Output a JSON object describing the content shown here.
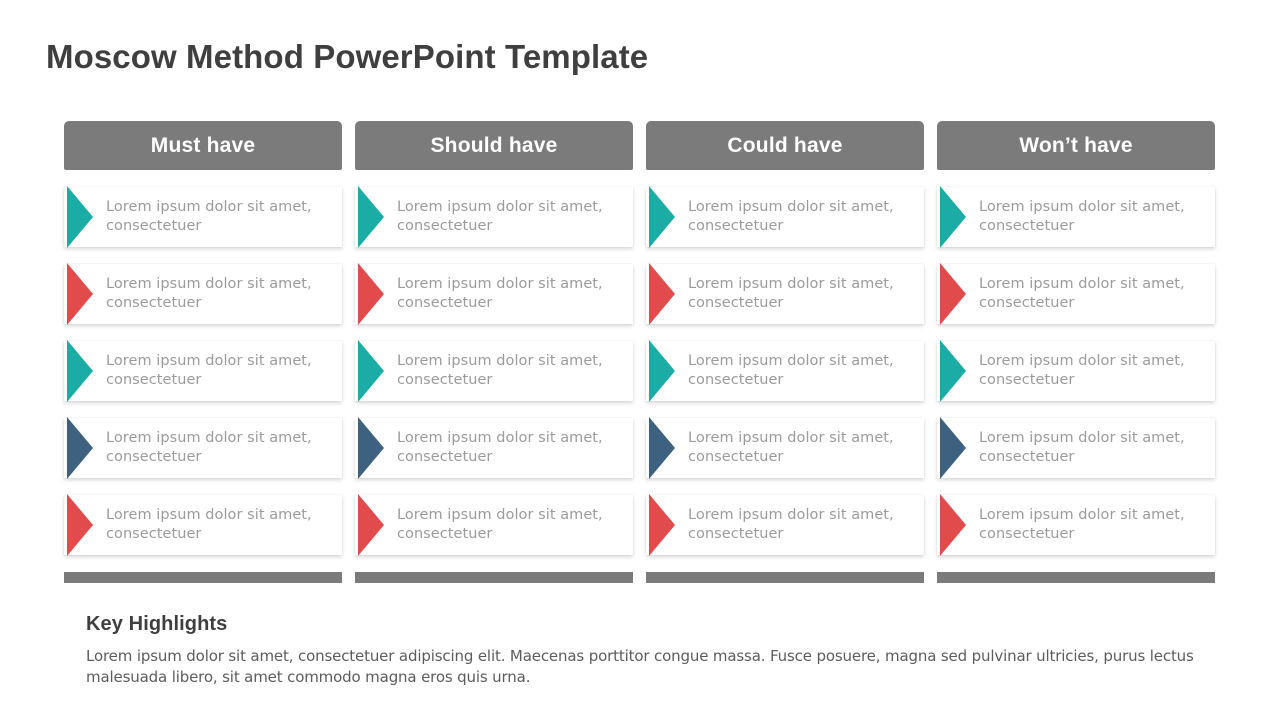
{
  "slide": {
    "title": "Moscow Method PowerPoint Template",
    "background_color": "#ffffff"
  },
  "theme": {
    "header_gray": "#7b7b7b",
    "footer_gray": "#7b7b7b",
    "teal": "#1CACA6",
    "red": "#E24B4B",
    "slate": "#3E6180",
    "card_text_color": "#9b9b9b",
    "title_color": "#3f3f3f"
  },
  "columns": [
    {
      "header": "Must have",
      "cards": [
        {
          "text": "Lorem ipsum dolor sit amet, consectetuer",
          "accent": "#1CACA6",
          "accent_name": "teal"
        },
        {
          "text": "Lorem ipsum dolor sit amet, consectetuer",
          "accent": "#E24B4B",
          "accent_name": "red"
        },
        {
          "text": "Lorem ipsum dolor sit amet, consectetuer",
          "accent": "#1CACA6",
          "accent_name": "teal"
        },
        {
          "text": "Lorem ipsum dolor sit amet, consectetuer",
          "accent": "#3E6180",
          "accent_name": "slate"
        },
        {
          "text": "Lorem ipsum dolor sit amet, consectetuer",
          "accent": "#E24B4B",
          "accent_name": "red"
        }
      ]
    },
    {
      "header": "Should have",
      "cards": [
        {
          "text": "Lorem ipsum dolor sit amet, consectetuer",
          "accent": "#1CACA6",
          "accent_name": "teal"
        },
        {
          "text": "Lorem ipsum dolor sit amet, consectetuer",
          "accent": "#E24B4B",
          "accent_name": "red"
        },
        {
          "text": "Lorem ipsum dolor sit amet, consectetuer",
          "accent": "#1CACA6",
          "accent_name": "teal"
        },
        {
          "text": "Lorem ipsum dolor sit amet, consectetuer",
          "accent": "#3E6180",
          "accent_name": "slate"
        },
        {
          "text": "Lorem ipsum dolor sit amet, consectetuer",
          "accent": "#E24B4B",
          "accent_name": "red"
        }
      ]
    },
    {
      "header": "Could have",
      "cards": [
        {
          "text": "Lorem ipsum dolor sit amet, consectetuer",
          "accent": "#1CACA6",
          "accent_name": "teal"
        },
        {
          "text": "Lorem ipsum dolor sit amet, consectetuer",
          "accent": "#E24B4B",
          "accent_name": "red"
        },
        {
          "text": "Lorem ipsum dolor sit amet, consectetuer",
          "accent": "#1CACA6",
          "accent_name": "teal"
        },
        {
          "text": "Lorem ipsum dolor sit amet, consectetuer",
          "accent": "#3E6180",
          "accent_name": "slate"
        },
        {
          "text": "Lorem ipsum dolor sit amet, consectetuer",
          "accent": "#E24B4B",
          "accent_name": "red"
        }
      ]
    },
    {
      "header": "Won’t have",
      "cards": [
        {
          "text": "Lorem ipsum dolor sit amet, consectetuer",
          "accent": "#1CACA6",
          "accent_name": "teal"
        },
        {
          "text": "Lorem ipsum dolor sit amet, consectetuer",
          "accent": "#E24B4B",
          "accent_name": "red"
        },
        {
          "text": "Lorem ipsum dolor sit amet, consectetuer",
          "accent": "#1CACA6",
          "accent_name": "teal"
        },
        {
          "text": "Lorem ipsum dolor sit amet, consectetuer",
          "accent": "#3E6180",
          "accent_name": "slate"
        },
        {
          "text": "Lorem ipsum dolor sit amet, consectetuer",
          "accent": "#E24B4B",
          "accent_name": "red"
        }
      ]
    }
  ],
  "highlights": {
    "title": "Key Highlights",
    "body": "Lorem ipsum dolor sit amet, consectetuer adipiscing elit. Maecenas porttitor congue massa. Fusce posuere, magna sed pulvinar ultricies, purus lectus malesuada libero, sit amet commodo magna eros quis urna."
  }
}
